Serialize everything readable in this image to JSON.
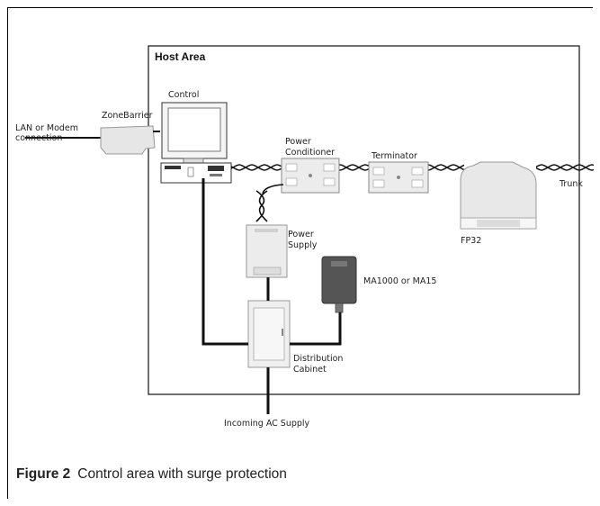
{
  "diagram": {
    "area_title": "Host Area",
    "labels": {
      "control": "Control",
      "zonebarrier": "ZoneBarrier",
      "lan_line1": "LAN or Modem",
      "lan_line2": "connection",
      "power_conditioner_line1": "Power",
      "power_conditioner_line2": "Conditioner",
      "terminator": "Terminator",
      "trunk": "Trunk",
      "power_supply_line1": "Power",
      "power_supply_line2": "Supply",
      "fp32": "FP32",
      "ma": "MA1000 or MA15",
      "distribution_line1": "Distribution",
      "distribution_line2": "Cabinet",
      "incoming_ac": "Incoming AC Supply"
    }
  },
  "caption": {
    "number": "Figure 2",
    "text": "Control area with surge protection"
  }
}
